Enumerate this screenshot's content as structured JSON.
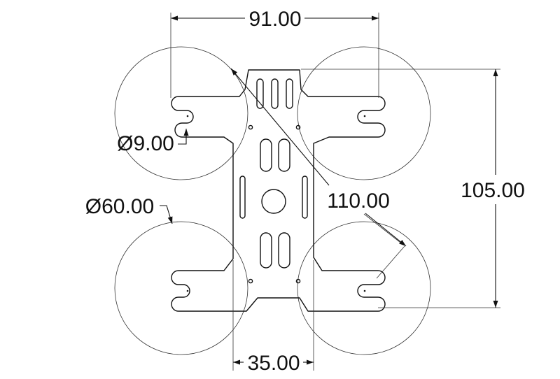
{
  "drawing": {
    "dimensions": {
      "width_top": "91.00",
      "height_right": "105.00",
      "diagonal": "110.00",
      "hole_diameter": "Ø9.00",
      "prop_diameter": "Ø60.00",
      "width_bottom": "35.00"
    }
  }
}
